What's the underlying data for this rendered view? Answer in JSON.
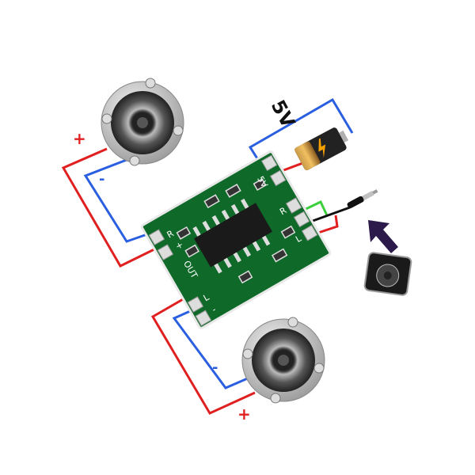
{
  "labels": {
    "battery_voltage": "5V",
    "speaker_top_plus": "+",
    "speaker_top_minus": "-",
    "speaker_bottom_plus": "+",
    "speaker_bottom_minus": "-"
  },
  "board": {
    "out_label": "OUT",
    "r_out": "R",
    "l_out": "L",
    "power_label": "5V",
    "in_r": "R",
    "in_l": "L",
    "plus": "+",
    "minus": "-"
  },
  "colors": {
    "wire_red": "#e02020",
    "wire_blue": "#2a5fe0",
    "wire_green": "#3ccf3c",
    "wire_black": "#111111",
    "board_green": "#0f6a2a",
    "arrow": "#2b1a4a"
  }
}
